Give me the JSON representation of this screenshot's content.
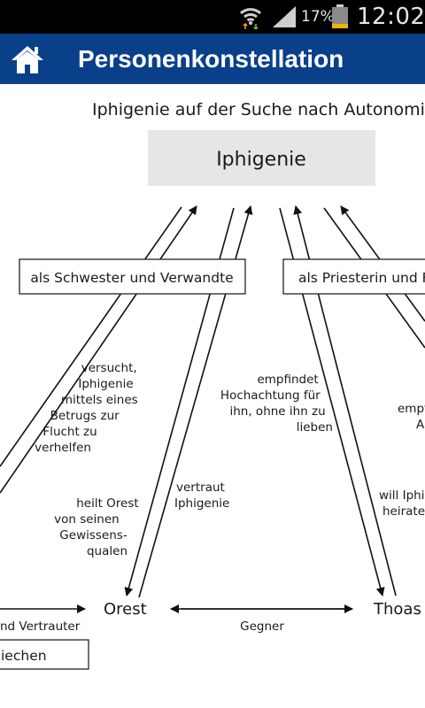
{
  "status_bar": {
    "battery_percent": "17%",
    "time": "12:02",
    "icons": [
      "wifi-icon",
      "signal-icon",
      "battery-icon"
    ]
  },
  "app_bar": {
    "title": "Personenkonstellation",
    "home_icon": "home-icon",
    "color": "#0a3f8a"
  },
  "diagram": {
    "heading": "Iphigenie auf der Suche nach Autonomie",
    "center_node": "Iphigenie",
    "box_left": "als Schwester und Verwandte",
    "box_right": "als Priesterin und F",
    "box_bottom": "iechen",
    "label_versucht": [
      "versucht,",
      "Iphigenie",
      "mittels eines",
      "Betrugs zur",
      "Flucht zu",
      "verhelfen"
    ],
    "label_heilt": [
      "heilt Orest",
      "von seinen",
      "Gewissens-",
      "qualen"
    ],
    "label_vertraut": [
      "vertraut",
      "Iphigenie"
    ],
    "label_empfindet": [
      "empfindet",
      "Hochachtung für",
      "ihn, ohne ihn zu",
      "lieben"
    ],
    "label_empf_cut": [
      "empf",
      "A"
    ],
    "label_will": [
      "will Iphig",
      "heirater"
    ],
    "node_orest": "Orest",
    "node_thoas": "Thoas",
    "label_vertrauter": "nd Vertrauter",
    "label_gegner": "Gegner"
  }
}
